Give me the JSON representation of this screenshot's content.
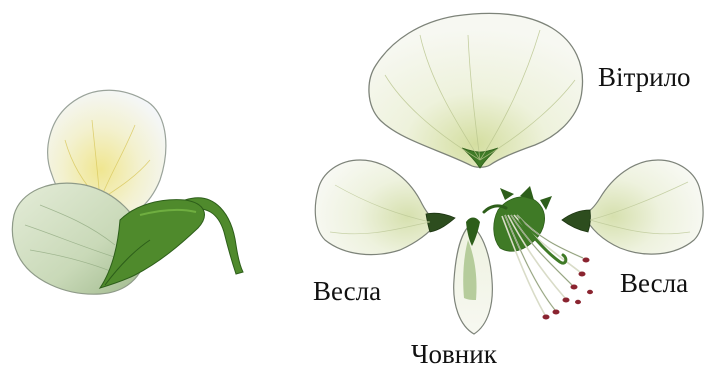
{
  "labels": {
    "sail": "Вітрило",
    "oar_left": "Весла",
    "oar_right": "Весла",
    "keel": "Човник"
  },
  "colors": {
    "petal_fill": "#f3f6ea",
    "petal_shade": "#dfe8c4",
    "petal_edge": "#8b9187",
    "yellow_center": "#f1eba0",
    "green_stem": "#4f8a2c",
    "dark_green": "#2d5e1a",
    "anther": "#8a2430"
  },
  "icons": [
    "whole-flower",
    "standard-petal",
    "wing-petal",
    "keel-petal",
    "stamen-bundle"
  ]
}
